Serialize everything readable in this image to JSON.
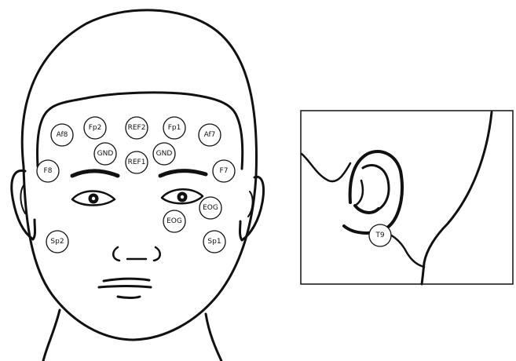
{
  "front_view": {
    "electrodes": [
      {
        "id": "af8",
        "label": "Af8"
      },
      {
        "id": "fp2",
        "label": "Fp2"
      },
      {
        "id": "ref2",
        "label": "REF2"
      },
      {
        "id": "fp1",
        "label": "Fp1"
      },
      {
        "id": "af7",
        "label": "Af7"
      },
      {
        "id": "gnd-right",
        "label": "GND"
      },
      {
        "id": "ref1",
        "label": "REF1"
      },
      {
        "id": "gnd-left",
        "label": "GND"
      },
      {
        "id": "f8",
        "label": "F8"
      },
      {
        "id": "f7",
        "label": "F7"
      },
      {
        "id": "eog-side",
        "label": "EOG"
      },
      {
        "id": "eog-below",
        "label": "EOG"
      },
      {
        "id": "sp2",
        "label": "Sp2"
      },
      {
        "id": "sp1",
        "label": "Sp1"
      }
    ]
  },
  "side_view": {
    "electrodes": [
      {
        "id": "t9",
        "label": "T9"
      }
    ]
  }
}
